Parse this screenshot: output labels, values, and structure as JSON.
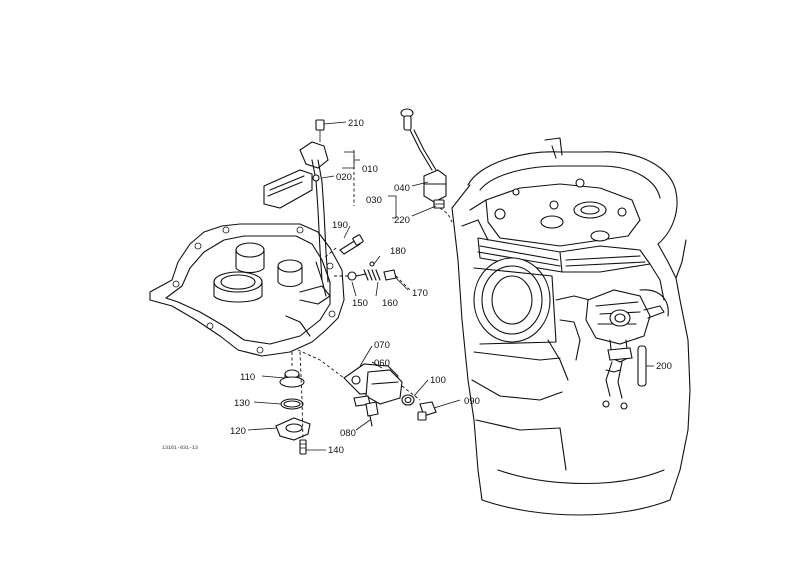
{
  "diagram": {
    "drawing_code": "13161-031-13",
    "callouts": [
      {
        "id": "p210",
        "text": "210"
      },
      {
        "id": "p010",
        "text": "010"
      },
      {
        "id": "p020",
        "text": "020"
      },
      {
        "id": "p190",
        "text": "190"
      },
      {
        "id": "p040",
        "text": "040"
      },
      {
        "id": "p030",
        "text": "030"
      },
      {
        "id": "p220",
        "text": "220"
      },
      {
        "id": "p180",
        "text": "180"
      },
      {
        "id": "p170",
        "text": "170"
      },
      {
        "id": "p150",
        "text": "150"
      },
      {
        "id": "p160",
        "text": "160"
      },
      {
        "id": "p070",
        "text": "070"
      },
      {
        "id": "p060",
        "text": "060"
      },
      {
        "id": "p100",
        "text": "100"
      },
      {
        "id": "p090",
        "text": "090"
      },
      {
        "id": "p080",
        "text": "080"
      },
      {
        "id": "p110",
        "text": "110"
      },
      {
        "id": "p130",
        "text": "130"
      },
      {
        "id": "p120",
        "text": "120"
      },
      {
        "id": "p140",
        "text": "140"
      },
      {
        "id": "p200",
        "text": "200"
      }
    ]
  }
}
